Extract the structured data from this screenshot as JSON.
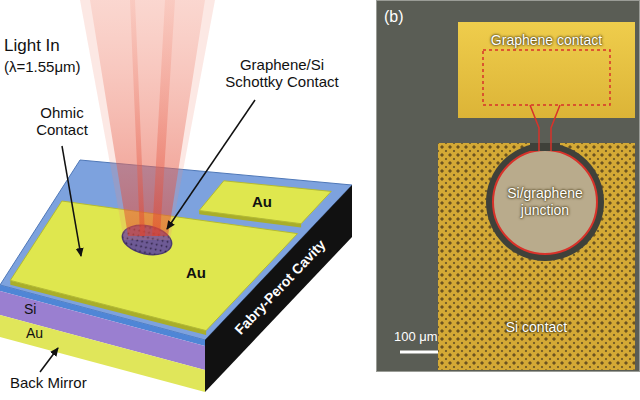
{
  "diagram": {
    "nodes": [
      {
        "text": [
          "Graphene contact"
        ]
      },
      {
        "text": [
          "Si contact"
        ]
      },
      {
        "text": [
          "Si/graphene junction"
        ],
        "in": 1
      }
    ],
    "labels": [
      "Light In",
      "(λ=1.55μm)",
      "Graphene/Si Schottky Contact",
      "Ohmic Contact",
      "Au",
      "Au",
      "Fabry-Perot Cavity",
      "Si",
      "Au",
      "Back Mirror",
      "(b)",
      "100 μm"
    ]
  }
}
